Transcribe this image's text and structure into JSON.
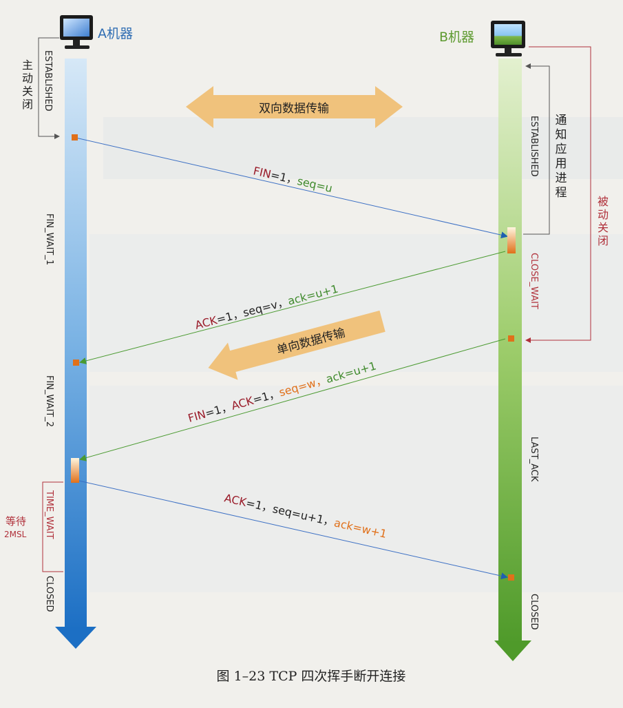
{
  "hosts": {
    "a": {
      "name": "A机器"
    },
    "b": {
      "name": "B机器"
    }
  },
  "states": {
    "a_established": "ESTABLISHED",
    "a_fin_wait_1": "FIN_WAIT_1",
    "a_fin_wait_2": "FIN_WAIT_2",
    "a_time_wait": "TIME_WAIT",
    "a_closed": "CLOSED",
    "b_established": "ESTABLISHED",
    "b_close_wait": "CLOSE_WAIT",
    "b_last_ack": "LAST_ACK",
    "b_closed": "CLOSED"
  },
  "side_notes": {
    "active_close": "主动关闭",
    "notify_app": "通知应用进程",
    "passive_close": "被动关闭",
    "wait_2msl_line1": "等待",
    "wait_2msl_line2": "2MSL"
  },
  "banners": {
    "bidirectional": "双向数据传输",
    "unidirectional": "单向数据传输"
  },
  "messages": {
    "m1": {
      "p1": "FIN",
      "p2": "=1，",
      "p3": "seq=u"
    },
    "m2": {
      "p1": "ACK",
      "p2": "=1，",
      "p3": "seq=v，",
      "p4": "ack=u+1"
    },
    "m3": {
      "p1": "FIN",
      "p2": "=1，",
      "p3": "ACK",
      "p4": "=1，",
      "p5": "seq=w，",
      "p6": "ack=u+1"
    },
    "m4": {
      "p1": "ACK",
      "p2": "=1，",
      "p3": "seq=u+1，",
      "p4": "ack=w+1"
    }
  },
  "caption": "图 1–23   TCP 四次挥手断开连接",
  "colors": {
    "a_host": "#2f6db3",
    "b_host": "#5d9a2f",
    "a_lifeline": "#2f7fd0",
    "b_lifeline": "#5fa83a",
    "banner": "#f0c27c",
    "msg_red": "#9a1c2a",
    "msg_green": "#3f8a2c",
    "msg_orange": "#e0701a",
    "state_red": "#b0303a",
    "marker": "#e0701a"
  },
  "icons": {
    "a_host": "monitor-icon",
    "b_host": "monitor-icon"
  }
}
